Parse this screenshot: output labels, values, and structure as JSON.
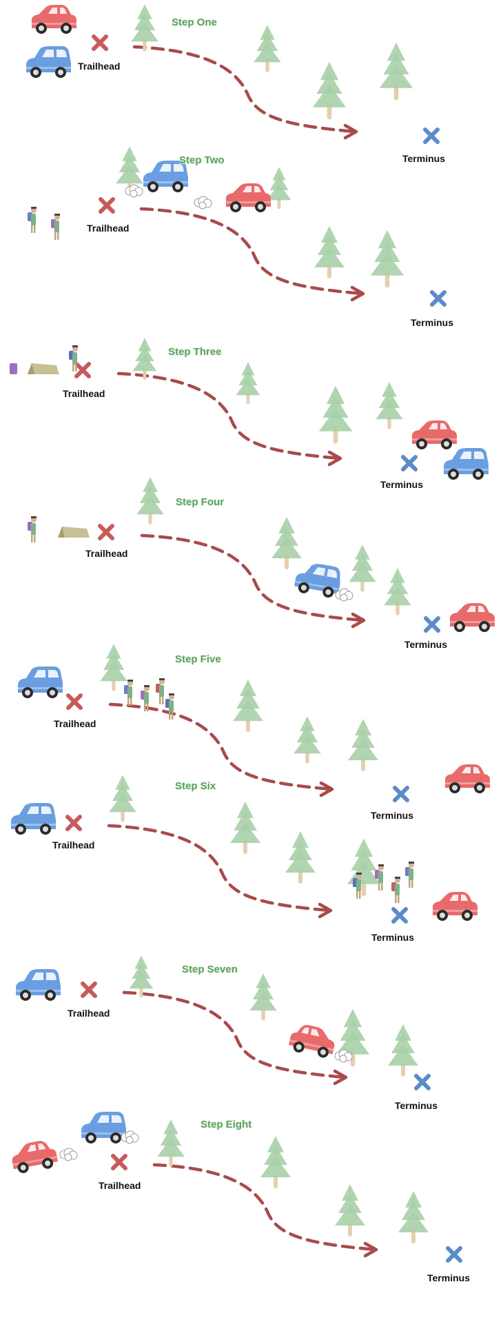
{
  "colors": {
    "trail": "#a94a4a",
    "trailhead_marker": "#c85a5a",
    "terminus_marker": "#5b8bc9",
    "tree": "#a8cfa8",
    "trunk": "#e4cfb0",
    "red_car": "#e96a6a",
    "blue_car": "#6a9ee0",
    "title": "#5aa35c"
  },
  "labels": {
    "trailhead": "Trailhead",
    "terminus": "Terminus"
  },
  "steps": [
    {
      "title": "Step One"
    },
    {
      "title": "Step Two"
    },
    {
      "title": "Step Three"
    },
    {
      "title": "Step Four"
    },
    {
      "title": "Step Five"
    },
    {
      "title": "Step Six"
    },
    {
      "title": "Step Seven"
    },
    {
      "title": "Step Eight"
    }
  ]
}
